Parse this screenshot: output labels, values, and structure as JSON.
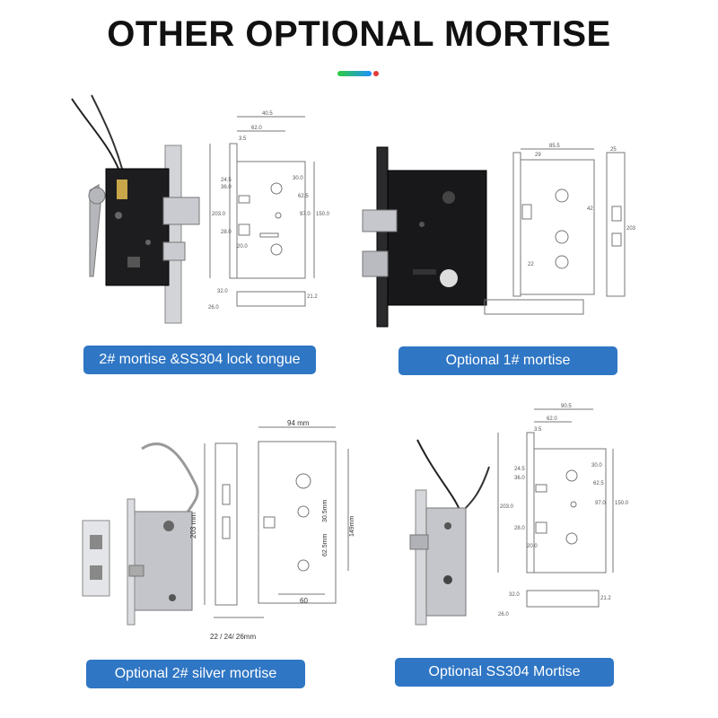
{
  "page": {
    "title": "OTHER OPTIONAL MORTISE",
    "accent_colors": [
      "#2ecc40",
      "#1e90ff",
      "#e53935"
    ],
    "caption_color": "#2f76c4"
  },
  "products": [
    {
      "caption": "2# mortise &SS304 lock tongue",
      "dims": [
        "40.5",
        "62.0",
        "3.5",
        "24.5",
        "36.0",
        "203.0",
        "28.0",
        "20.0",
        "30.0",
        "62.5",
        "97.0",
        "150.0",
        "32.0",
        "26.0",
        "21.2"
      ]
    },
    {
      "caption": "Optional 1# mortise",
      "dims": [
        "85.5",
        "29",
        "25",
        "42",
        "203",
        "22"
      ]
    },
    {
      "caption": "Optional 2# silver mortise",
      "dims": [
        "94 mm",
        "203 mm",
        "30.5mm",
        "149mm",
        "62.5mm",
        "60",
        "22 / 24/ 26mm"
      ]
    },
    {
      "caption": "Optional SS304 Mortise",
      "dims": [
        "90.5",
        "62.0",
        "3.5",
        "24.5",
        "36.0",
        "203.0",
        "28.0",
        "20.0",
        "30.0",
        "62.5",
        "97.0",
        "150.0",
        "32.0",
        "26.0",
        "21.2"
      ]
    }
  ]
}
